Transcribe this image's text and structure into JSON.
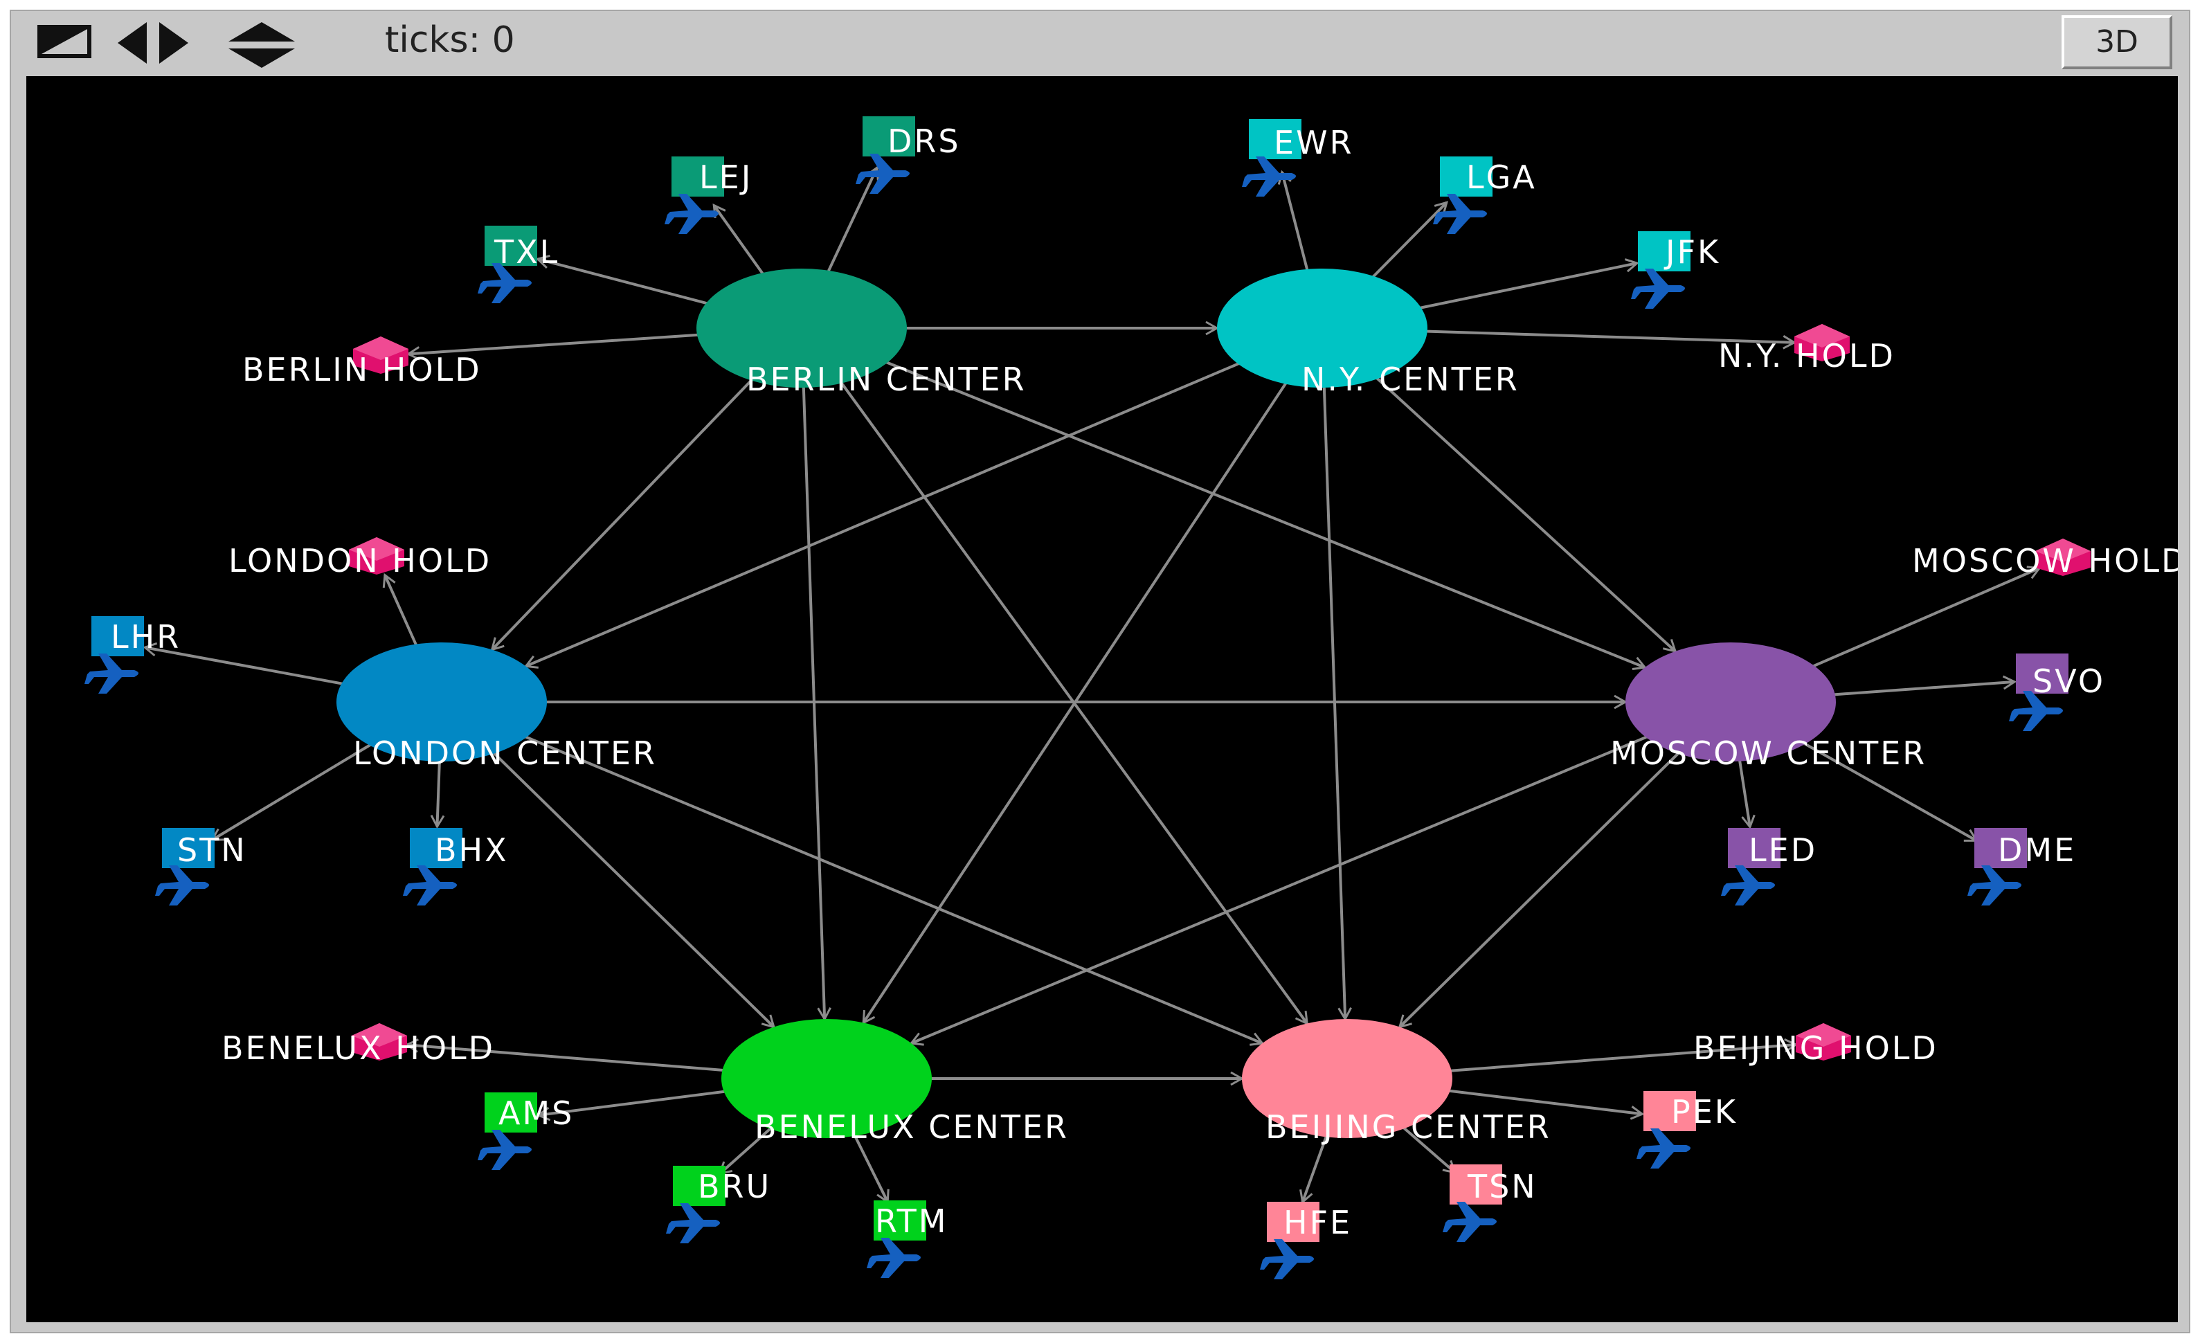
{
  "toolbar": {
    "ticks_label": "ticks: 0",
    "button_3d": "3D",
    "icons": [
      "collapse-icon",
      "step-back-icon",
      "step-forward-icon",
      "speed-updown-icon"
    ]
  },
  "colors": {
    "berlin": "#0a9b76",
    "ny": "#00c4c4",
    "london": "#0288c4",
    "moscow": "#8853a8",
    "benelux": "#00d21c",
    "beijing": "#ff8597",
    "hold": "#e0106e",
    "plane": "#1560c0",
    "link": "#8c8c8c",
    "label": "#ffffff",
    "background": "#000000"
  },
  "network": {
    "centers": [
      {
        "id": "berlin",
        "label": "BERLIN CENTER",
        "color": "#0a9b76"
      },
      {
        "id": "ny",
        "label": "N.Y. CENTER",
        "color": "#00c4c4"
      },
      {
        "id": "london",
        "label": "LONDON CENTER",
        "color": "#0288c4"
      },
      {
        "id": "moscow",
        "label": "MOSCOW CENTER",
        "color": "#8853a8"
      },
      {
        "id": "benelux",
        "label": "BENELUX CENTER",
        "color": "#00d21c"
      },
      {
        "id": "beijing",
        "label": "BEIJING CENTER",
        "color": "#ff8597"
      }
    ],
    "holds": [
      {
        "center": "berlin",
        "label": "BERLIN HOLD"
      },
      {
        "center": "ny",
        "label": "N.Y. HOLD"
      },
      {
        "center": "london",
        "label": "LONDON HOLD"
      },
      {
        "center": "moscow",
        "label": "MOSCOW HOLD"
      },
      {
        "center": "benelux",
        "label": "BENELUX HOLD"
      },
      {
        "center": "beijing",
        "label": "BEIJING HOLD"
      }
    ],
    "airports": [
      {
        "center": "berlin",
        "label": "TXL"
      },
      {
        "center": "berlin",
        "label": "LEJ"
      },
      {
        "center": "berlin",
        "label": "DRS"
      },
      {
        "center": "ny",
        "label": "EWR"
      },
      {
        "center": "ny",
        "label": "LGA"
      },
      {
        "center": "ny",
        "label": "JFK"
      },
      {
        "center": "london",
        "label": "LHR"
      },
      {
        "center": "london",
        "label": "STN"
      },
      {
        "center": "london",
        "label": "BHX"
      },
      {
        "center": "moscow",
        "label": "SVO"
      },
      {
        "center": "moscow",
        "label": "LED"
      },
      {
        "center": "moscow",
        "label": "DME"
      },
      {
        "center": "benelux",
        "label": "AMS"
      },
      {
        "center": "benelux",
        "label": "BRU"
      },
      {
        "center": "benelux",
        "label": "RTM"
      },
      {
        "center": "beijing",
        "label": "PEK"
      },
      {
        "center": "beijing",
        "label": "TSN"
      },
      {
        "center": "beijing",
        "label": "HFE"
      }
    ]
  }
}
